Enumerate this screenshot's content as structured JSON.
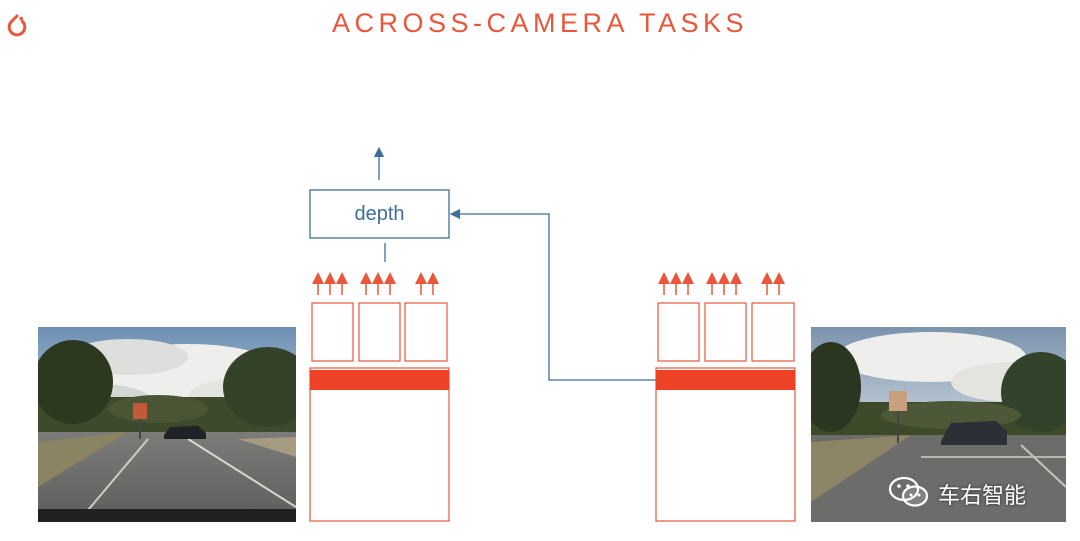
{
  "slide": {
    "title": "ACROSS-CAMERA TASKS",
    "depth_label": "depth",
    "watermark": "车右智能"
  },
  "colors": {
    "accent": "#e8573b",
    "flow_line": "#3f6e9a",
    "bar_fill": "#ee4227"
  },
  "icons": {
    "logo": "pytorch-flame-icon",
    "watermark": "wechat-icon"
  },
  "images": {
    "left_camera": "road scene with stop sign and dark car",
    "right_camera": "road scene with stop sign and dark car"
  }
}
